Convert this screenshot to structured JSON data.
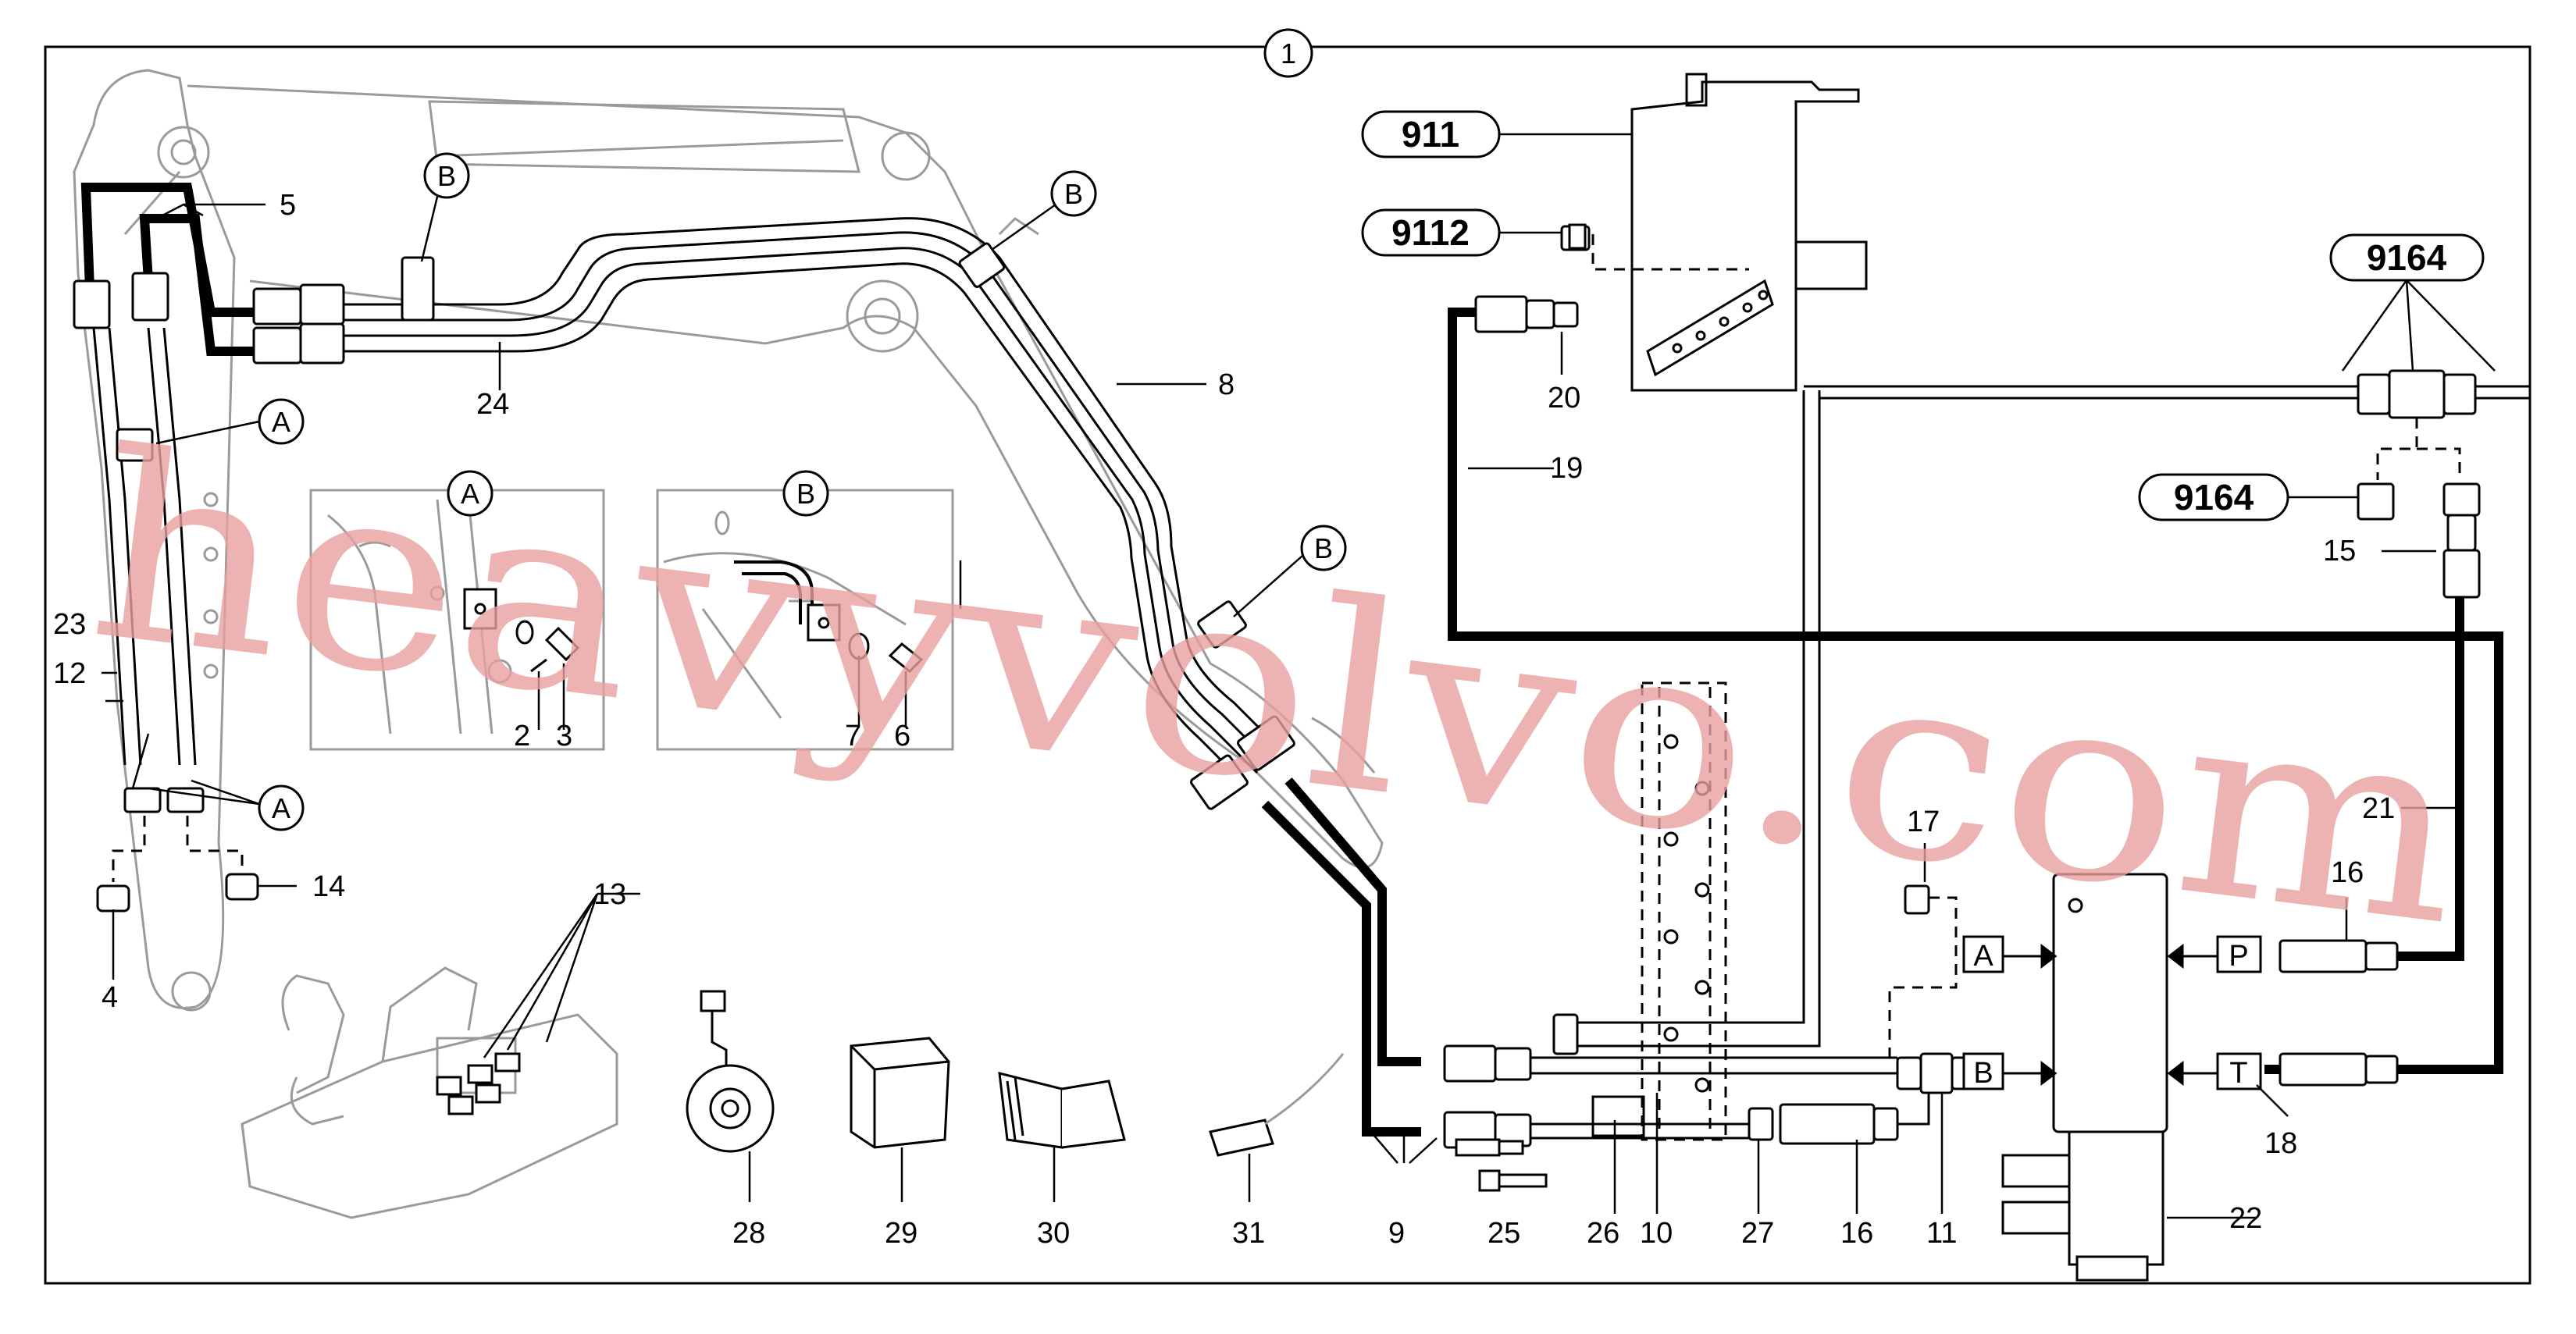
{
  "diagram": {
    "sheet_number": "1",
    "reference_codes": [
      "911",
      "9112",
      "9164",
      "9164"
    ],
    "detail_markers": [
      "A",
      "B"
    ],
    "port_labels": [
      "A",
      "B",
      "P",
      "T"
    ],
    "part_numbers": [
      "2",
      "3",
      "4",
      "5",
      "6",
      "7",
      "8",
      "9",
      "10",
      "11",
      "12",
      "13",
      "14",
      "15",
      "16",
      "16",
      "17",
      "18",
      "19",
      "20",
      "21",
      "22",
      "23",
      "24",
      "25",
      "26",
      "27",
      "28",
      "29",
      "30",
      "31"
    ]
  },
  "watermark": "heavyvolvo.com"
}
